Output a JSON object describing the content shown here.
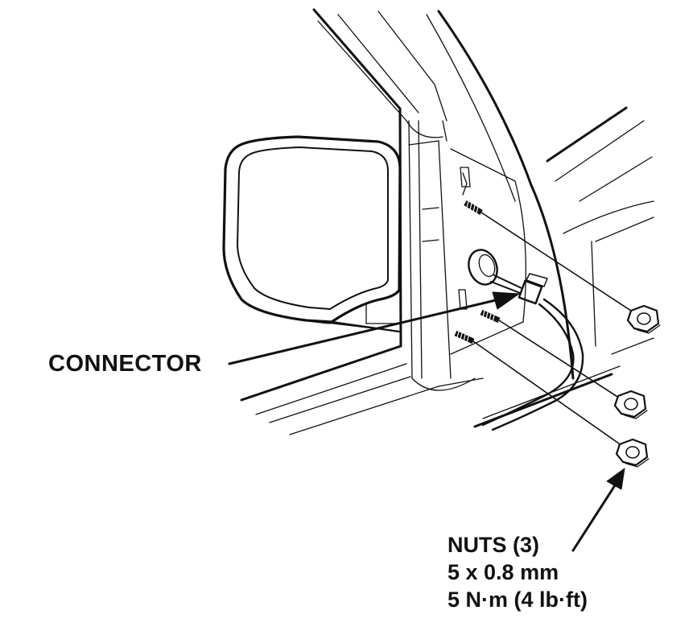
{
  "labels": {
    "connector": "CONNECTOR",
    "nuts_title": "NUTS (3)",
    "nuts_size": "5 x 0.8 mm",
    "nuts_torque": "5 N·m (4 lb·ft)"
  },
  "colors": {
    "ink": "#111111",
    "background": "#ffffff"
  }
}
